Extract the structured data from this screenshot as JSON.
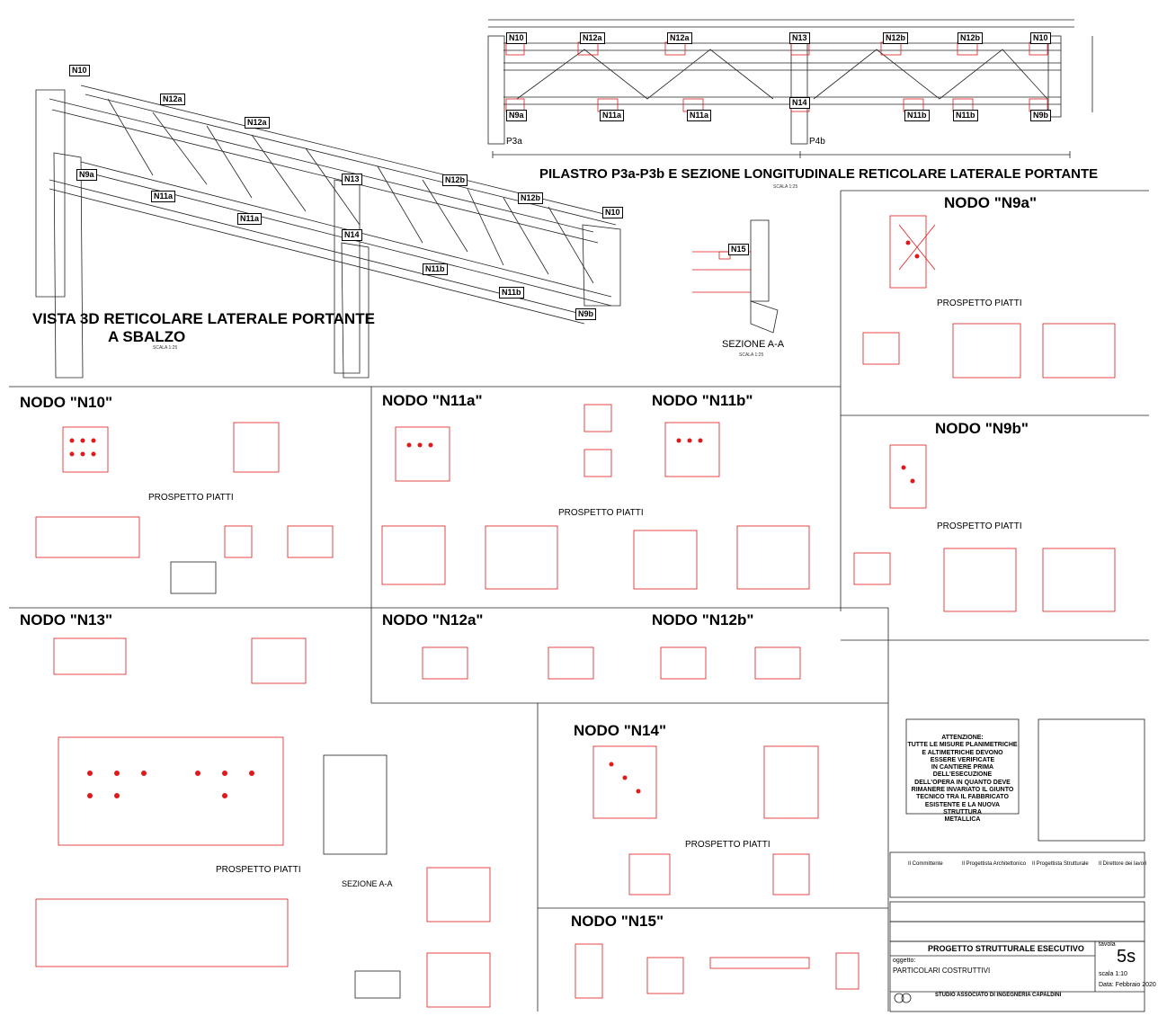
{
  "titles": {
    "vista3d_line1": "VISTA 3D RETICOLARE LATERALE PORTANTE",
    "vista3d_line2": "A SBALZO",
    "pilastro": "PILASTRO P3a-P3b E SEZIONE LONGITUDINALE RETICOLARE LATERALE PORTANTE",
    "sezione_aa": "SEZIONE A-A",
    "nodo_n9a": "NODO \"N9a\"",
    "nodo_n9b": "NODO \"N9b\"",
    "nodo_n10": "NODO \"N10\"",
    "nodo_n11a": "NODO \"N11a\"",
    "nodo_n11b": "NODO \"N11b\"",
    "nodo_n12a": "NODO \"N12a\"",
    "nodo_n12b": "NODO \"N12b\"",
    "nodo_n13": "NODO \"N13\"",
    "nodo_n14": "NODO \"N14\"",
    "nodo_n15": "NODO \"N15\"",
    "prospetto_piatti": "PROSPETTO PIATTI",
    "sezione_aa_n13": "SEZIONE A-A"
  },
  "node_tags_3d": [
    "N10",
    "N12a",
    "N12a",
    "N9a",
    "N11a",
    "N11a",
    "N13",
    "N14",
    "N12b",
    "N12b",
    "N10",
    "N11b",
    "N11b",
    "N9b"
  ],
  "node_tags_section": [
    "N10",
    "N12a",
    "N12a",
    "N13",
    "N12b",
    "N12b",
    "N10",
    "N9a",
    "N11a",
    "N11a",
    "N14",
    "N11b",
    "N11b",
    "N9b",
    "P3a",
    "P4b"
  ],
  "n15_tag": "N15",
  "scales": {
    "scala_125": "SCALA 1:25",
    "scala_110": "SCALA 1:10"
  },
  "attenzione": {
    "heading": "ATTENZIONE:",
    "lines": [
      "TUTTE LE MISURE PLANIMETRICHE",
      "E ALTIMETRICHE DEVONO",
      "ESSERE VERIFICATE",
      "IN CANTIERE PRIMA",
      "DELL'ESECUZIONE",
      "DELL'OPERA IN QUANTO DEVE",
      "RIMANERE INVARIATO IL GIUNTO",
      "TECNICO TRA IL FABBRICATO",
      "ESISTENTE E LA NUOVA STRUTTURA",
      "METALLICA"
    ]
  },
  "signatures": [
    "Il Committente",
    "Il Progettista Architettonico",
    "Il Progettista Strutturale",
    "Il Direttore dei lavori"
  ],
  "titleblock": {
    "project": "PROGETTO STRUTTURALE ESECUTIVO",
    "tavola_label": "tavola",
    "tavola_number": "5s",
    "oggetto_label": "oggetto:",
    "oggetto": "PARTICOLARI COSTRUTTIVI",
    "scala": "scala 1:10",
    "data": "Data: Febbraio 2020",
    "studio": "STUDIO ASSOCIATO DI INGEGNERIA CAPALDINI"
  },
  "colors": {
    "drawing_red": "#e0191b",
    "ink": "#222222"
  }
}
